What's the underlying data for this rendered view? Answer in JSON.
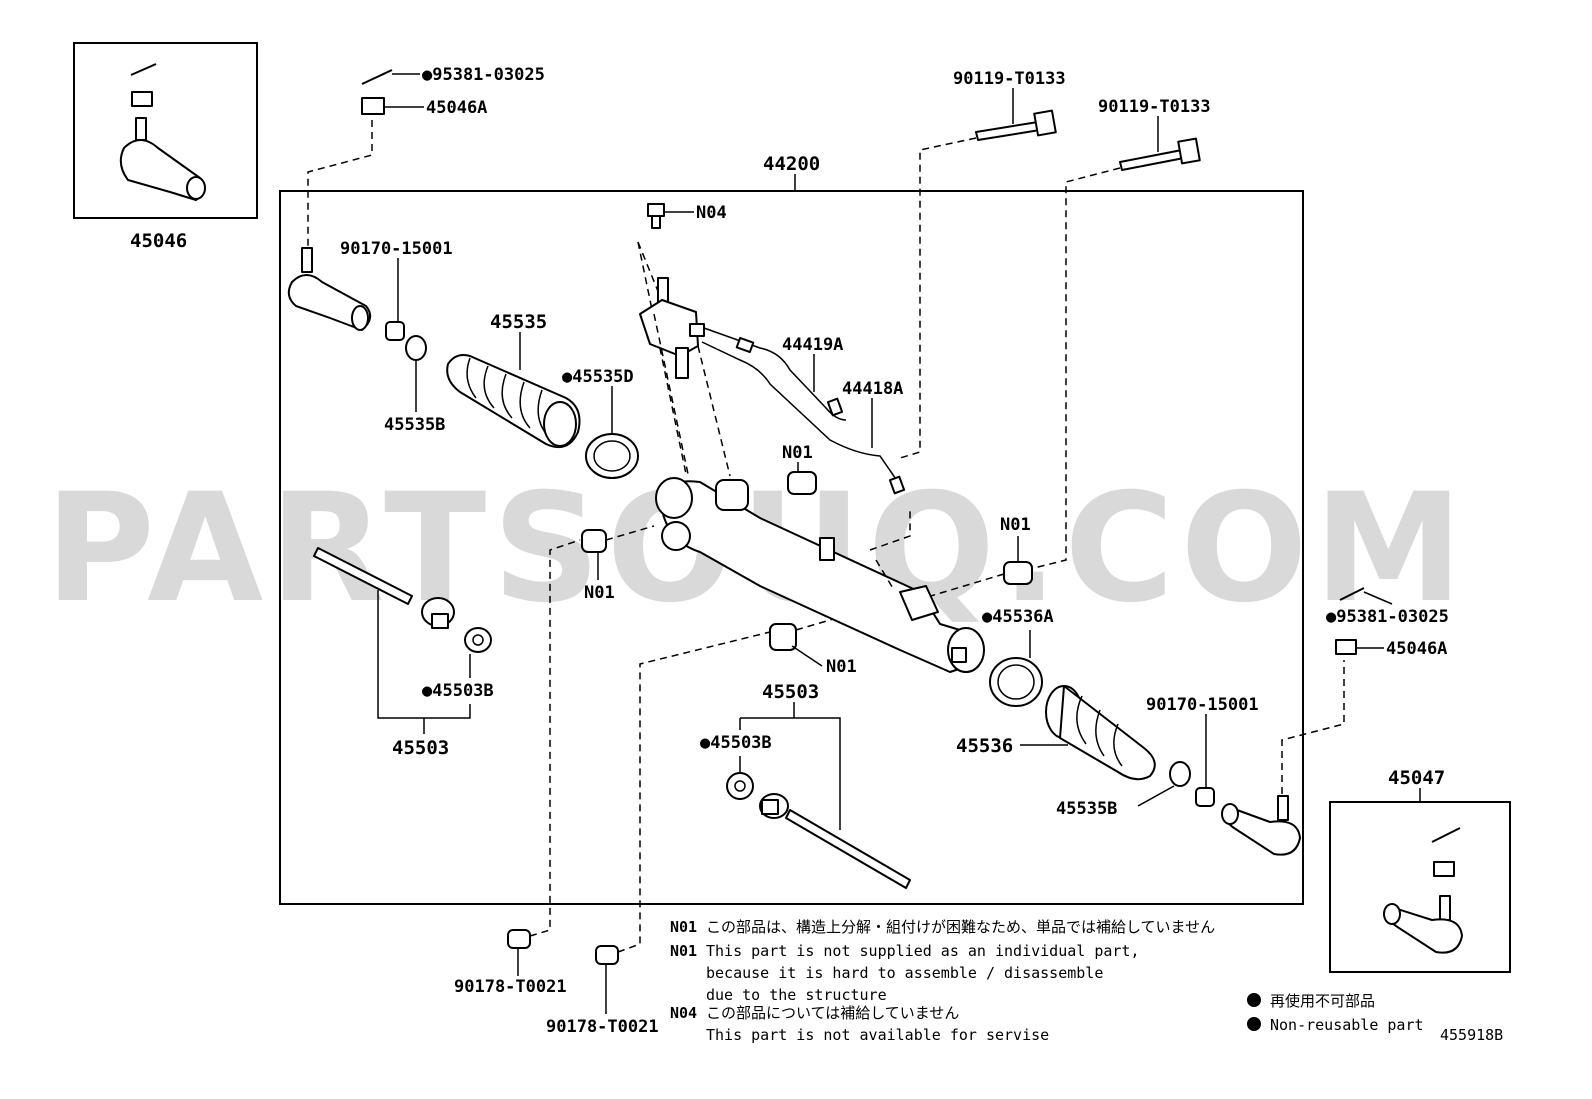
{
  "watermark": "PARTSOUQ.COM",
  "diagram_code": "455918B",
  "labels": {
    "p44200": "44200",
    "p45046": "45046",
    "p45047": "45047",
    "cotter_top": "●95381-03025",
    "nut_top": "45046A",
    "cotter_right": "●95381-03025",
    "nut_right": "45046A",
    "bolt1": "90119-T0133",
    "bolt2": "90119-T0133",
    "n04": "N04",
    "clip_left": "90170-15001",
    "clip_right": "90170-15001",
    "boot_left": "45535",
    "clamp_left": "45535B",
    "clamp_right": "45535B",
    "band_left": "●45535D",
    "tube_a": "44419A",
    "tube_b": "44418A",
    "n01_a": "N01",
    "n01_b": "N01",
    "n01_c": "N01",
    "n01_d": "N01",
    "band_right": "●45536A",
    "boot_right": "45536",
    "washer_left": "●45503B",
    "washer_right": "●45503B",
    "rod_left": "45503",
    "rod_right": "45503",
    "grommet1": "90178-T0021",
    "grommet2": "90178-T0021"
  },
  "notes": {
    "n01_code": "N01",
    "n01_ja": "この部品は、構造上分解・組付けが困難なため、単品では補給していません",
    "n01_en_code": "N01",
    "n01_en_1": "This part is not supplied as an individual part,",
    "n01_en_2": "because it is hard to assemble / disassemble",
    "n01_en_3": "due to the structure",
    "n04_code": "N04",
    "n04_ja": "この部品については補給していません",
    "n04_en": "This part is not available for servise"
  },
  "legend": {
    "ja": "再使用不可部品",
    "en": "Non-reusable part"
  }
}
